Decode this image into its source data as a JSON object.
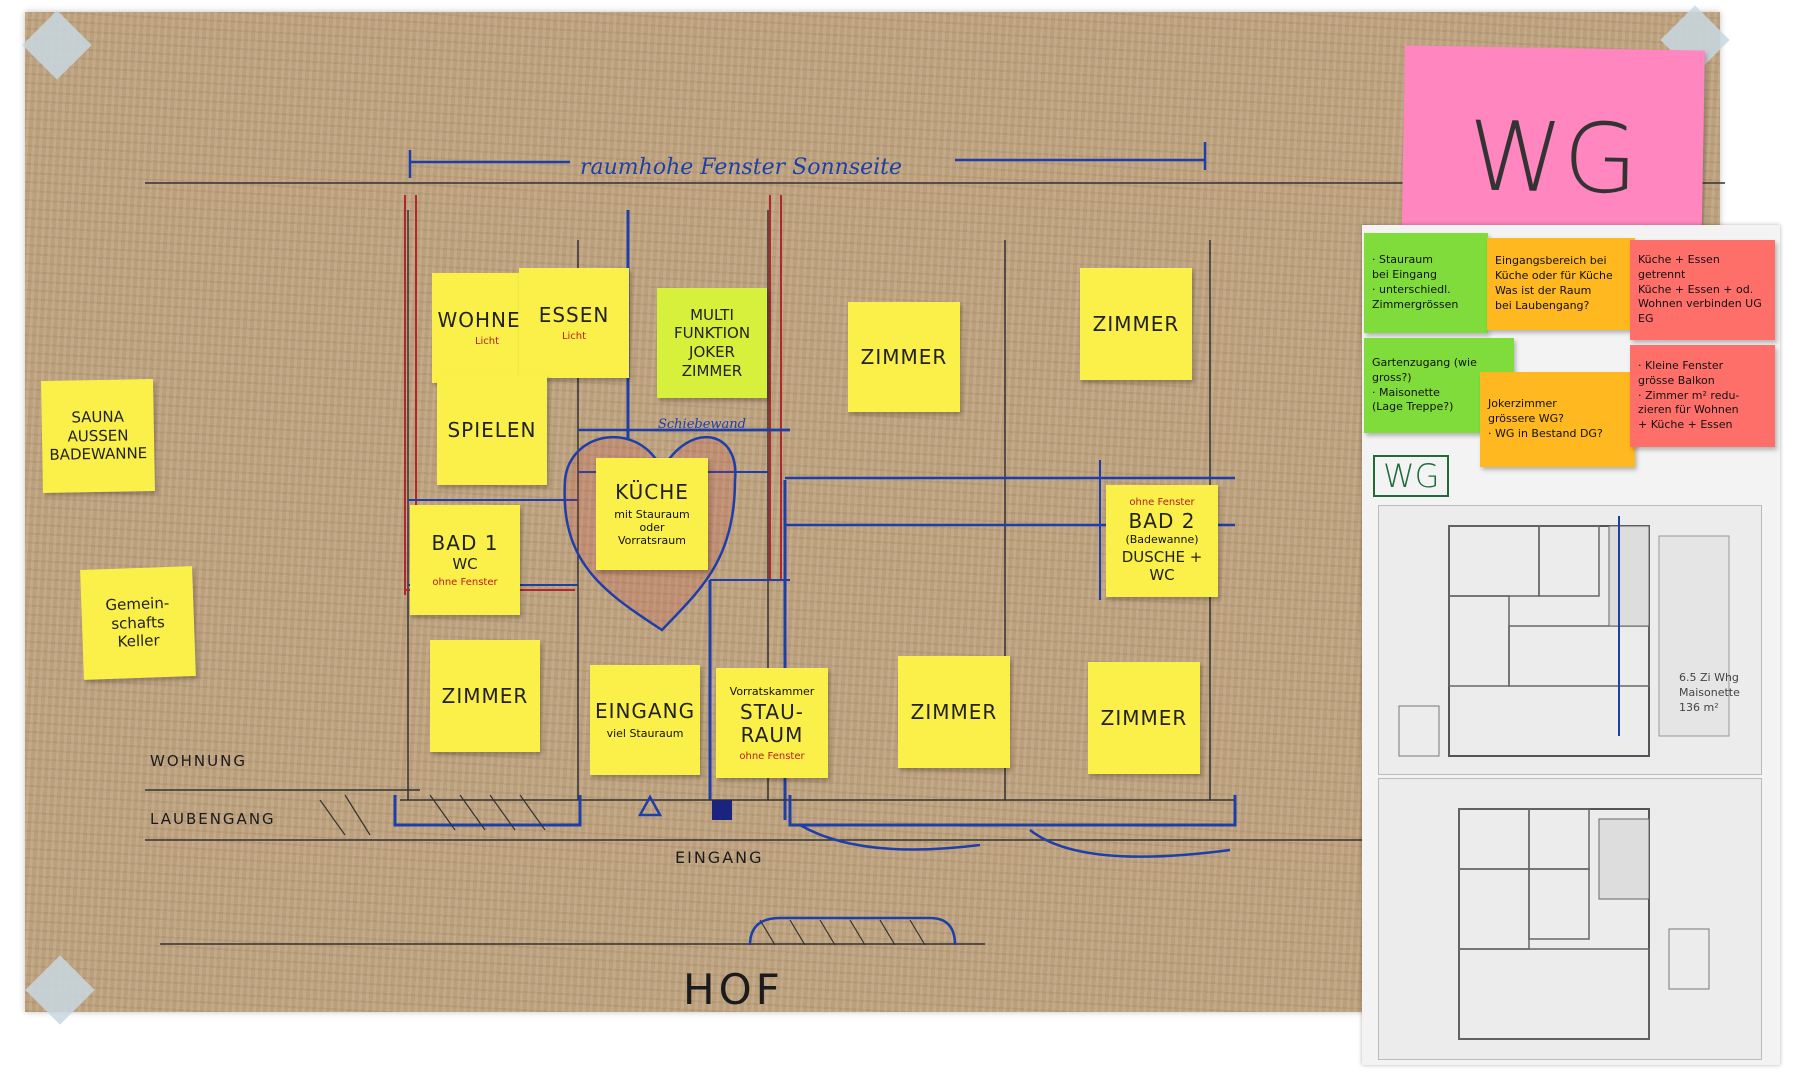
{
  "banner": {
    "top_label": "raumhohe Fenster Sonnseite"
  },
  "side_labels": {
    "wohnung": "WOHNUNG",
    "laubengang": "LAUBENGANG",
    "eingang": "EINGANG",
    "hof": "HOF",
    "schiebewand": "Schiebewand"
  },
  "notes": {
    "sauna": [
      "SAUNA",
      "AUSSEN",
      "BADEWANNE"
    ],
    "gemein": [
      "Gemein-",
      "schafts",
      "Keller"
    ],
    "wohnen": {
      "title": "WOHNEN",
      "sub": "Licht"
    },
    "essen": {
      "title": "ESSEN",
      "sub": "Licht"
    },
    "multi": [
      "MULTI",
      "FUNKTION",
      "JOKER",
      "ZIMMER"
    ],
    "spielen": "SPIELEN",
    "kueche": {
      "title": "KÜCHE",
      "sub": "mit Stauraum oder Vorratsraum"
    },
    "bad1": {
      "title": "BAD 1",
      "wc": "WC",
      "sub": "ohne Fenster"
    },
    "bad2": {
      "pre": "ohne Fenster",
      "title": "BAD 2",
      "paren": "(Badewanne)",
      "body": "DUSCHE + WC"
    },
    "zimmer": "ZIMMER",
    "eingang": {
      "title": "EINGANG",
      "sub": "viel Stauraum"
    },
    "stauraum": {
      "pre": "Vorratskammer",
      "title": "STAU-RAUM",
      "sub": "ohne Fenster"
    }
  },
  "wg_panel": {
    "title": "WG",
    "label": "WG",
    "notes": [
      {
        "lines": [
          "· Stauraum",
          "bei Eingang",
          "· unterschiedl.",
          "Zimmergrössen"
        ]
      },
      {
        "lines": [
          "Eingangsbereich bei",
          "Küche oder für Küche",
          "Was ist der Raum",
          "bei Laubengang?"
        ]
      },
      {
        "lines": [
          "Küche + Essen",
          "getrennt",
          "Küche + Essen + od.",
          "Wohnen verbinden UG EG"
        ]
      },
      {
        "lines": [
          "Gartenzugang (wie gross?)",
          "· Maisonette",
          "(Lage Treppe?)"
        ]
      },
      {
        "lines": [
          "Jokerzimmer",
          "grössere WG?",
          "· WG in Bestand DG?"
        ]
      },
      {
        "lines": [
          "· Kleine Fenster",
          "grösse Balkon",
          "· Zimmer m² redu-",
          "zieren für Wohnen",
          "+ Küche + Essen"
        ]
      }
    ],
    "plan_caption": [
      "6.5 Zi Whg",
      "Maisonette",
      "136 m²"
    ]
  }
}
